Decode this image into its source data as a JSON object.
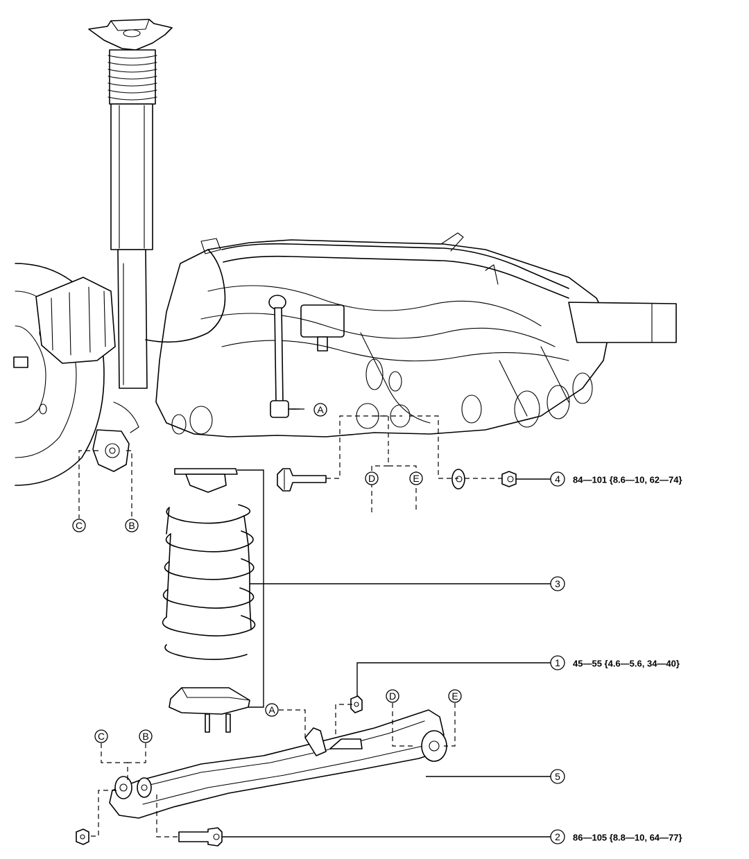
{
  "header": {
    "text": ""
  },
  "callouts": {
    "n1": "1",
    "n2": "2",
    "n3": "3",
    "n4": "4",
    "n5": "5",
    "a_top": "A",
    "a_bottom": "A",
    "b_top": "B",
    "b_bottom": "B",
    "c_top": "C",
    "c_bottom": "C",
    "d_top": "D",
    "d_bottom": "D",
    "e_top": "E",
    "e_bottom": "E"
  },
  "torque": {
    "t1": "45—55 {4.6—5.6, 34—40}",
    "t2": "86—105 {8.8—10, 64—77}",
    "t4": "84—101 {8.6—10, 62—74}"
  }
}
